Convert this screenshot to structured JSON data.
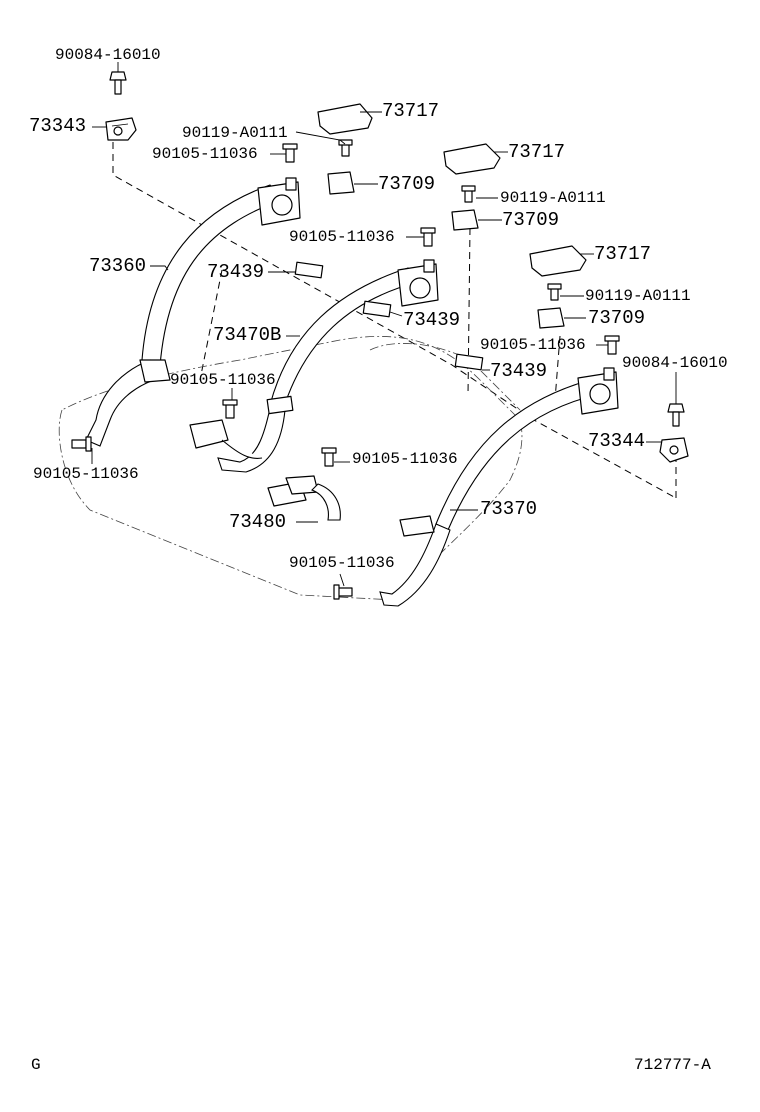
{
  "labels": {
    "p90084_top": "90084-16010",
    "p73343": "73343",
    "p73717_1": "73717",
    "p90119_1": "90119-A0111",
    "p90105_1": "90105-11036",
    "p73709_1": "73709",
    "p73717_2": "73717",
    "p90119_2": "90119-A0111",
    "p73709_2": "73709",
    "p90105_2": "90105-11036",
    "p73360": "73360",
    "p73439_1": "73439",
    "p73717_3": "73717",
    "p90119_3": "90119-A0111",
    "p73709_3": "73709",
    "p73439_2": "73439",
    "p73470b": "73470B",
    "p90105_3": "90105-11036",
    "p90084_right": "90084-16010",
    "p73439_3": "73439",
    "p90105_4": "90105-11036",
    "p73344": "73344",
    "p90105_5": "90105-11036",
    "p90105_6": "90105-11036",
    "p73370": "73370",
    "p73480": "73480",
    "p90105_7": "90105-11036"
  },
  "footer": {
    "section": "G",
    "diagram_id": "712777-A"
  }
}
